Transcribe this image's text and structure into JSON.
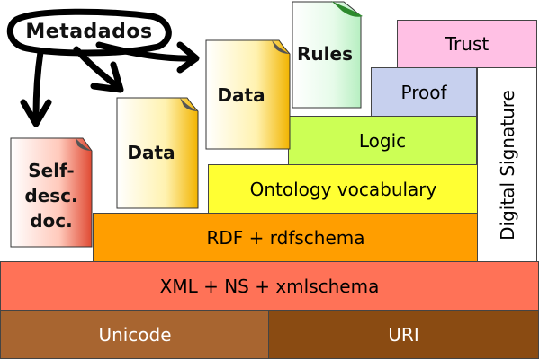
{
  "layers": {
    "unicode": "Unicode",
    "uri": "URI",
    "xml": "XML + NS + xmlschema",
    "rdf": "RDF + rdfschema",
    "ontology": "Ontology vocabulary",
    "logic": "Logic",
    "proof": "Proof",
    "trust": "Trust",
    "signature": "Digital Signature"
  },
  "docs": {
    "metadados": "Metadados",
    "data_left": "Data",
    "data_right": "Data",
    "rules": "Rules",
    "self_line1": "Self-",
    "self_line2": "desc.",
    "self_line3": "doc."
  },
  "colors": {
    "unicode": "#a86530",
    "uri": "#8a4b12",
    "xml": "#ff7257",
    "rdf": "#ff9e00",
    "ontology": "#ffff33",
    "logic": "#ccff55",
    "proof": "#c7d0ee",
    "trust": "#ffc0e4",
    "signature": "#ffffff"
  }
}
